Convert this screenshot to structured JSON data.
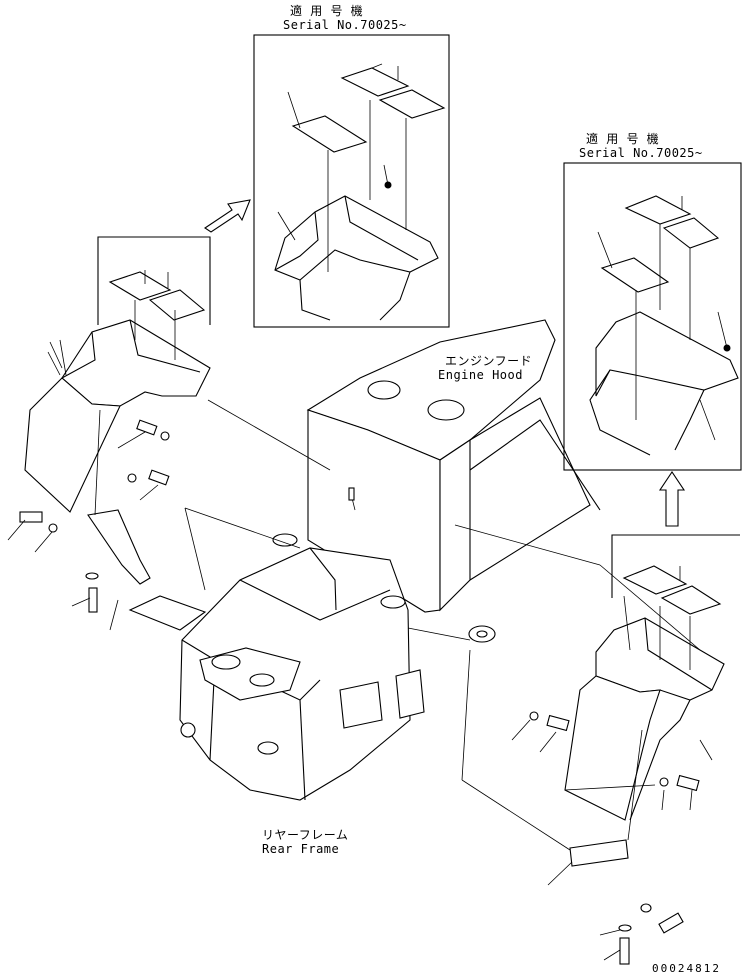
{
  "callouts": {
    "serial_top": {
      "line1": "適 用 号 機",
      "line2": "Serial No.70025~"
    },
    "serial_right": {
      "line1": "適 用 号 機",
      "line2": "Serial No.70025~"
    }
  },
  "labels": {
    "engine_hood_jp": "エンジンフード",
    "engine_hood_en": "Engine Hood",
    "rear_frame_jp": "リヤーフレーム",
    "rear_frame_en": "Rear Frame"
  },
  "drawing_number": "00024812"
}
